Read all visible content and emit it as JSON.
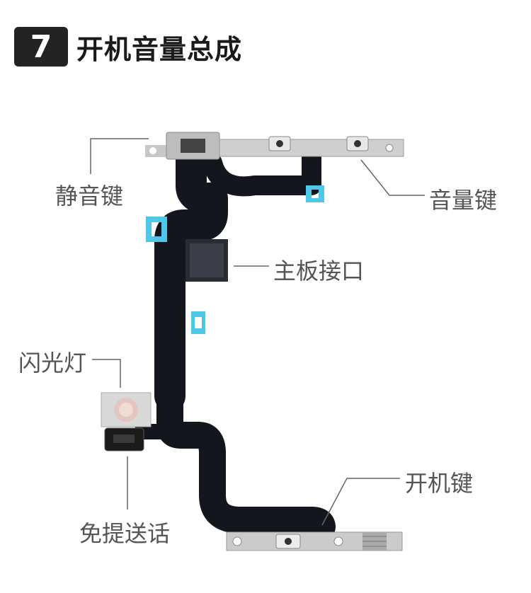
{
  "header": {
    "number": "7",
    "title": "开机音量总成"
  },
  "labels": {
    "mute_key": "静音键",
    "volume_key": "音量键",
    "board_connector": "主板接口",
    "flash": "闪光灯",
    "microphone": "免提送话",
    "power_key": "开机键"
  },
  "colors": {
    "flex_cable": "#14161d",
    "adhesive": "#4fc8e8",
    "metal": "#c8c8c8",
    "leader_line": "#666666",
    "badge": "#232323"
  }
}
